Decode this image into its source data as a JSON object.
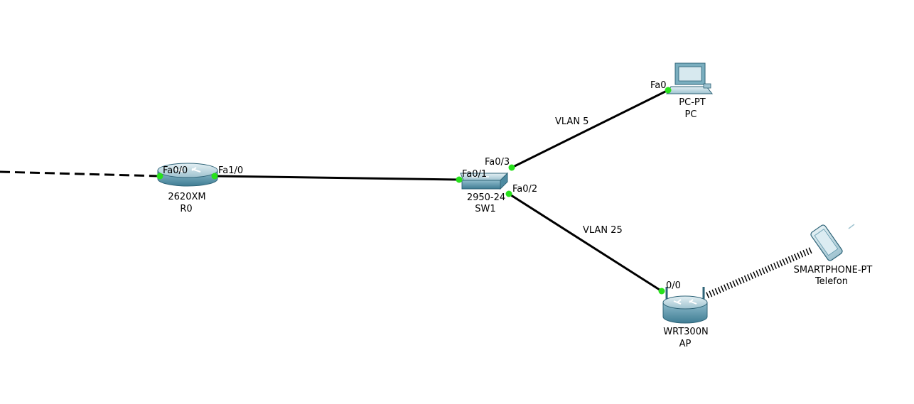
{
  "colors": {
    "link": "#000000",
    "port_up": "#27e11b",
    "device_body": "#5f97ab",
    "device_top": "#b7d3dd",
    "background": "#ffffff"
  },
  "devices": {
    "router": {
      "model": "2620XM",
      "name": "R0",
      "icon": "router-icon"
    },
    "switch": {
      "model": "2950-24",
      "name": "SW1",
      "icon": "switch-icon"
    },
    "pc": {
      "model": "PC-PT",
      "name": "PC",
      "icon": "pc-icon"
    },
    "ap": {
      "model": "WRT300N",
      "name": "AP",
      "icon": "wireless-router-icon"
    },
    "phone": {
      "model": "SMARTPHONE-PT",
      "name": "Telefon",
      "icon": "smartphone-icon"
    }
  },
  "ports": {
    "r0_fa00": "Fa0/0",
    "r0_fa10": "Fa1/0",
    "sw1_fa01": "Fa0/1",
    "sw1_fa03": "Fa0/3",
    "sw1_fa02": "Fa0/2",
    "pc_fa0": "Fa0",
    "ap_00": "0/0"
  },
  "links": {
    "sw_pc": "VLAN 5",
    "sw_ap": "VLAN 25"
  }
}
